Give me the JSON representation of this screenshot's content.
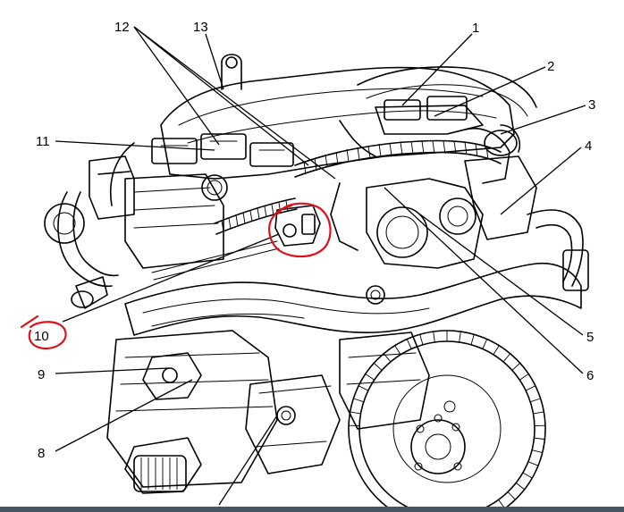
{
  "callouts": [
    {
      "id": "1",
      "label": "1"
    },
    {
      "id": "2",
      "label": "2"
    },
    {
      "id": "3",
      "label": "3"
    },
    {
      "id": "4",
      "label": "4"
    },
    {
      "id": "5",
      "label": "5"
    },
    {
      "id": "6",
      "label": "6"
    },
    {
      "id": "8",
      "label": "8"
    },
    {
      "id": "9",
      "label": "9"
    },
    {
      "id": "10",
      "label": "10"
    },
    {
      "id": "11",
      "label": "11"
    },
    {
      "id": "12",
      "label": "12"
    },
    {
      "id": "13",
      "label": "13"
    }
  ],
  "colors": {
    "ink": "#000000",
    "paper": "#ffffff",
    "markup": "#e0101a",
    "bottom_bar": "#4a5563"
  }
}
